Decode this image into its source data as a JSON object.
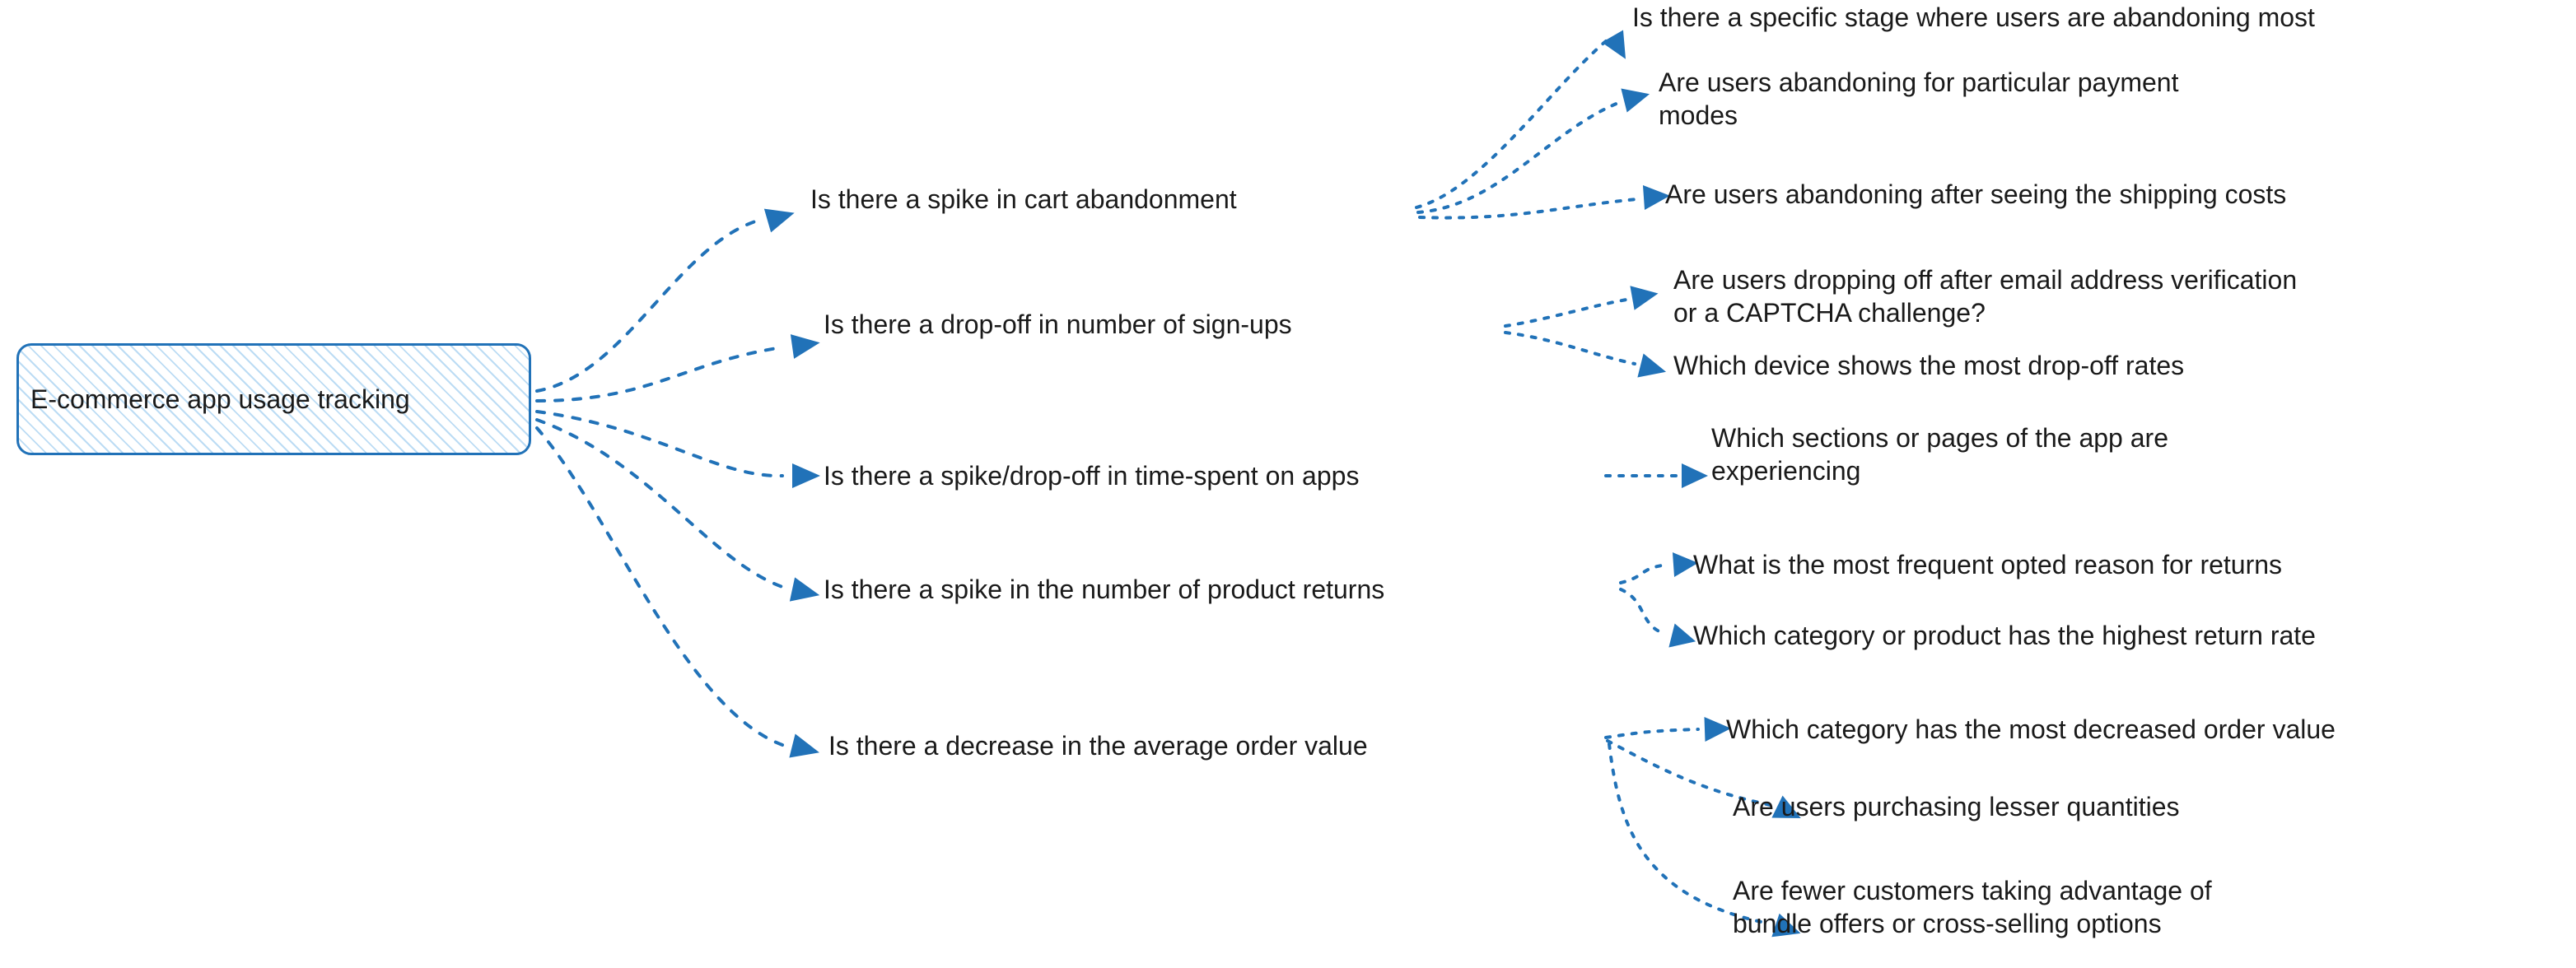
{
  "diagram": {
    "type": "mind-map",
    "background_color": "#ffffff",
    "accent_color": "#2172b8",
    "text_color": "#1a1a1a",
    "connector_style": "dotted-curve",
    "arrow_shape": "filled-triangle"
  },
  "root": {
    "label": "E-commerce app usage tracking",
    "fill": "diagonal-hatch",
    "border_color": "#2172b8",
    "hatch_color": "#bcdcf4"
  },
  "branches": [
    {
      "id": "cart-abandonment",
      "label": "Is there a spike in cart abandonment",
      "children": [
        {
          "id": "abandon-stage",
          "label": "Is there a specific stage where users are abandoning most"
        },
        {
          "id": "abandon-payment",
          "label": "Are users abandoning for particular payment\nmodes"
        },
        {
          "id": "abandon-shipping",
          "label": "Are users abandoning after seeing the shipping costs"
        }
      ]
    },
    {
      "id": "sign-ups",
      "label": "Is there a drop-off in number of sign-ups",
      "children": [
        {
          "id": "email-captcha",
          "label": "Are users dropping off after email address verification\nor a CAPTCHA challenge?"
        },
        {
          "id": "device-dropoff",
          "label": "Which device shows the most drop-off rates"
        }
      ]
    },
    {
      "id": "time-spent",
      "label": "Is there a spike/drop-off in time-spent on apps",
      "children": [
        {
          "id": "sections-pages",
          "label": "Which sections or pages of the app are\nexperiencing"
        }
      ]
    },
    {
      "id": "product-returns",
      "label": "Is there a spike in the number of product returns",
      "children": [
        {
          "id": "return-reason",
          "label": "What is the most frequent opted reason for returns"
        },
        {
          "id": "return-category",
          "label": "Which category or product has the highest return rate"
        }
      ]
    },
    {
      "id": "average-order-value",
      "label": "Is there a decrease in the average order value",
      "children": [
        {
          "id": "aov-category",
          "label": "Which category has the most decreased order value"
        },
        {
          "id": "aov-quantities",
          "label": "Are users purchasing lesser quantities"
        },
        {
          "id": "aov-bundles",
          "label": "Are fewer customers taking advantage of\nbundle offers or cross-selling options"
        }
      ]
    }
  ]
}
